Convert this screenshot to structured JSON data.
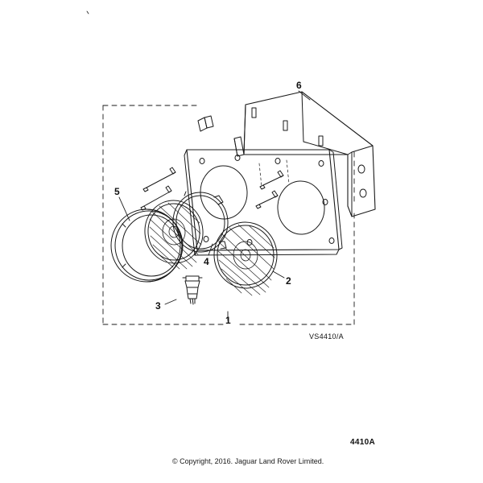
{
  "document": {
    "drawing_reference": "VS4410/A",
    "part_number": "4410A",
    "copyright": "© Copyright, 2016. Jaguar Land Rover Limited."
  },
  "callouts": [
    {
      "id": "1",
      "label": "1"
    },
    {
      "id": "2",
      "label": "2"
    },
    {
      "id": "3",
      "label": "3"
    },
    {
      "id": "4",
      "label": "4"
    },
    {
      "id": "5",
      "label": "5"
    },
    {
      "id": "6",
      "label": "6"
    }
  ],
  "colors": {
    "line": "#1a1a1a",
    "background": "#ffffff",
    "text": "#111111"
  }
}
